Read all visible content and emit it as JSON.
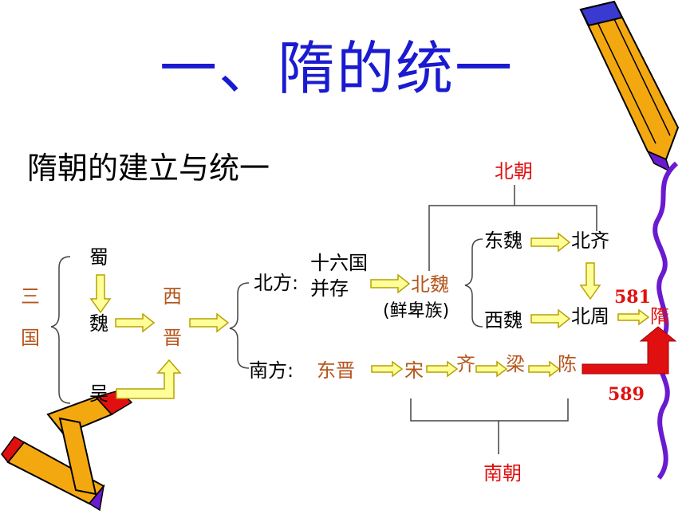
{
  "title": "一、隋的统一",
  "subtitle": "隋朝的建立与统一",
  "three_kingdoms": {
    "label_1": "三",
    "label_2": "国",
    "shu": "蜀",
    "wei": "魏",
    "wu": "吴"
  },
  "western_jin": {
    "label_1": "西",
    "label_2": "晋"
  },
  "north": {
    "label": "北方:",
    "sixteen_1": "十六国",
    "sixteen_2": "并存",
    "northern_wei": "北魏",
    "xianbei": "(鲜卑族)",
    "eastern_wei": "东魏",
    "northern_qi": "北齐",
    "western_wei": "西魏",
    "northern_zhou": "北周",
    "group_label": "北朝"
  },
  "south": {
    "label": "南方:",
    "eastern_jin": "东晋",
    "song": "宋",
    "qi": "齐",
    "liang": "梁",
    "chen": "陈",
    "group_label": "南朝"
  },
  "sui": "隋",
  "year_581": "581",
  "year_589": "589",
  "colors": {
    "title": "#1a1ad0",
    "brown": "#b5561c",
    "red": "#e01010",
    "arrow_fill": "#ffff99",
    "arrow_stroke": "#b8a000"
  }
}
